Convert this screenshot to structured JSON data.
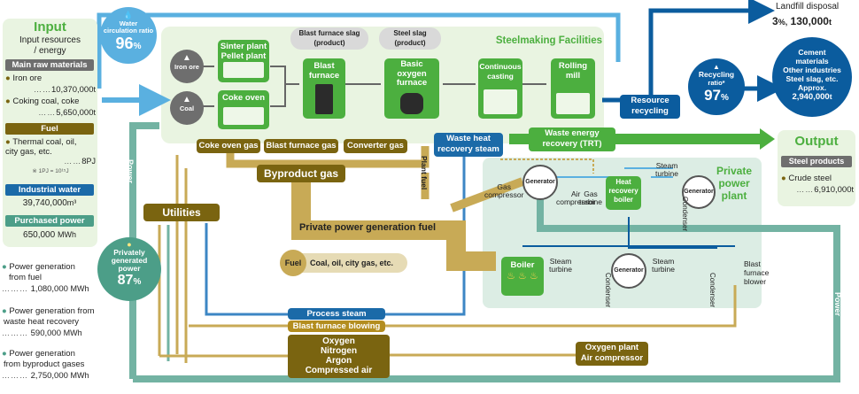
{
  "input": {
    "title": "Input",
    "subtitle_line1": "Input resources",
    "subtitle_line2": "/ energy",
    "main_raw_materials_header": "Main raw materials",
    "iron_ore_label": "Iron ore",
    "iron_ore_value": "10,370,000",
    "iron_ore_unit": "t",
    "coking_coal_label": "Coking coal, coke",
    "coking_coal_value": "5,650,000",
    "coking_coal_unit": "t",
    "fuel_header": "Fuel",
    "fuel_line1": "Thermal coal, oil,",
    "fuel_line2": "city gas, etc.",
    "fuel_value": "8",
    "fuel_unit": "PJ",
    "fuel_note": "※ 1PJ = 10¹⁵J",
    "industrial_water_header": "Industrial water",
    "industrial_water_value": "39,740,000",
    "industrial_water_unit": "m³",
    "purchased_power_header": "Purchased power",
    "purchased_power_value": "650,000",
    "purchased_power_unit": "MWh"
  },
  "water_circulation": {
    "label_line1": "Water",
    "label_line2": "circulation ratio",
    "value": "96",
    "unit": "%"
  },
  "steelmaking": {
    "title": "Steelmaking Facilities",
    "iron_ore": "Iron ore",
    "coal": "Coal",
    "sinter_plant_line1": "Sinter plant",
    "sinter_plant_line2": "Pellet plant",
    "coke_oven": "Coke oven",
    "blast_furnace_line1": "Blast",
    "blast_furnace_line2": "furnace",
    "bof_line1": "Basic",
    "bof_line2": "oxygen",
    "bof_line3": "furnace",
    "continuous_casting_line1": "Continuous",
    "continuous_casting_line2": "casting",
    "rolling_mill_line1": "Rolling",
    "rolling_mill_line2": "mill",
    "bf_slag_line1": "Blast furnace slag",
    "bf_slag_line2": "(product)",
    "steel_slag_line1": "Steel slag",
    "steel_slag_line2": "(product)"
  },
  "gases": {
    "coke_oven_gas": "Coke oven gas",
    "blast_furnace_gas": "Blast furnace gas",
    "converter_gas": "Converter gas",
    "byproduct_gas": "Byproduct gas",
    "plant_fuel": "Plant fuel",
    "private_power_fuel": "Private power generation fuel",
    "fuel_label": "Fuel",
    "fuel_desc": "Coal, oil, city gas, etc."
  },
  "recovery": {
    "waste_heat_line1": "Waste heat",
    "waste_heat_line2": "recovery steam",
    "waste_energy_line1": "Waste energy",
    "waste_energy_line2": "recovery (TRT)",
    "resource_recycling_line1": "Resource",
    "resource_recycling_line2": "recycling"
  },
  "recycling": {
    "label_line1": "Recycling",
    "label_line2": "ratio*",
    "value": "97",
    "unit": "%"
  },
  "landfill": {
    "label": "Landfill disposal",
    "percent": "3",
    "percent_unit": "%,",
    "value": "130,000",
    "unit": "t"
  },
  "byproducts": {
    "line1": "Cement",
    "line2": "materials",
    "line3": "Other industries",
    "line4": "Steel slag, etc.",
    "line5": "Approx.",
    "value": "2,940,000",
    "unit": "t"
  },
  "output": {
    "title": "Output",
    "steel_products_header": "Steel products",
    "crude_steel_label": "Crude steel",
    "crude_steel_value": "6,910,000",
    "crude_steel_unit": "t"
  },
  "power_plant": {
    "title_line1": "Private",
    "title_line2": "power",
    "title_line3": "plant",
    "gas_compressor_line1": "Gas",
    "gas_compressor_line2": "compressor",
    "generator": "Generator",
    "air_compressor_line1": "Air",
    "air_compressor_line2": "compressor",
    "gas_turbine_line1": "Gas",
    "gas_turbine_line2": "turbine",
    "hrb_line1": "Heat",
    "hrb_line2": "recovery",
    "hrb_line3": "boiler",
    "steam_turbine_line1": "Steam",
    "steam_turbine_line2": "turbine",
    "condenser": "Condenser",
    "boiler": "Boiler",
    "bf_blower_line1": "Blast",
    "bf_blower_line2": "furnace",
    "bf_blower_line3": "blower"
  },
  "utilities": {
    "label": "Utilities",
    "process_steam": "Process steam",
    "bf_blowing": "Blast furnace blowing",
    "oxygen": "Oxygen",
    "nitrogen": "Nitrogen",
    "argon": "Argon",
    "compressed_air": "Compressed air",
    "oxygen_plant_line1": "Oxygen plant",
    "oxygen_plant_line2": "Air compressor",
    "power_label": "Power"
  },
  "private_power": {
    "label_line1": "Privately",
    "label_line2": "generated",
    "label_line3": "power",
    "value": "87",
    "unit": "%"
  },
  "generation": {
    "fuel_line1": "Power generation",
    "fuel_line2": "from fuel",
    "fuel_value": "1,080,000",
    "waste_heat_line1": "Power generation from",
    "waste_heat_line2": "waste heat recovery",
    "waste_heat_value": "590,000",
    "byproduct_line1": "Power generation",
    "byproduct_line2": "from byproduct gases",
    "byproduct_value": "2,750,000",
    "unit": "MWh"
  },
  "colors": {
    "green": "#4caf3f",
    "light_green_bg": "#e9f4e1",
    "olive": "#7a6410",
    "gold": "#c8aa56",
    "blue": "#1b6aa8",
    "light_blue": "#5ab0e0",
    "teal": "#73b3a3",
    "navy": "#0b5c9e"
  }
}
